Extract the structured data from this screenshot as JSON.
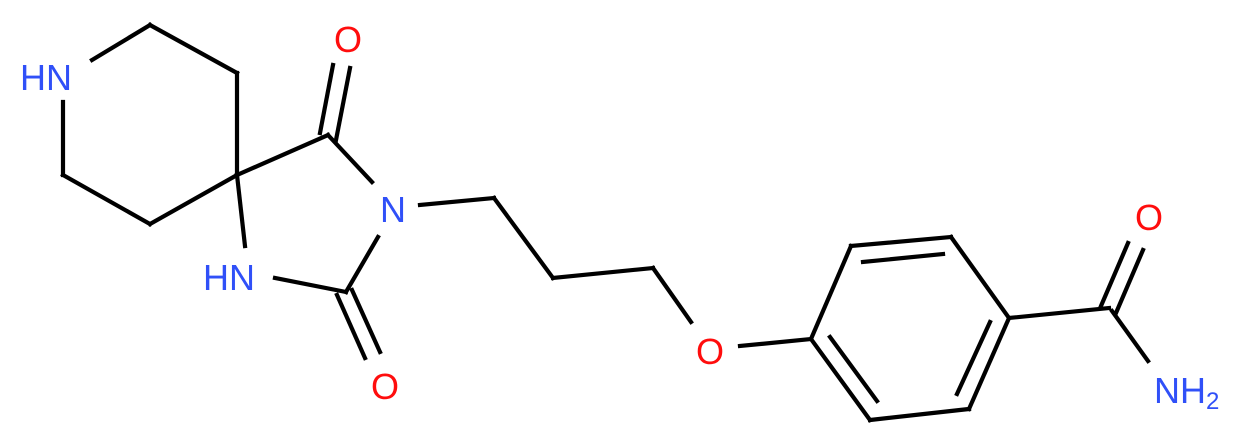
{
  "diagram": {
    "type": "chemical-structure",
    "colors": {
      "bond": "#000000",
      "nitrogen": "#3050f8",
      "oxygen": "#ff0d0d",
      "background": "#ffffff"
    },
    "atoms": {
      "piperidine_nh": "HN",
      "imide_o_top": "O",
      "imide_n": "N",
      "hydantoin_nh": "HN",
      "imide_o_bottom": "O",
      "ether_o": "O",
      "amide_o": "O",
      "amide_n": "NH",
      "amide_n_subscript": "2"
    },
    "fragments": [
      "piperidine ring (spiro)",
      "hydantoin ring (imidazolidine-2,4-dione)",
      "propyl linker",
      "ether oxygen",
      "para-substituted benzene",
      "carboxamide"
    ]
  }
}
